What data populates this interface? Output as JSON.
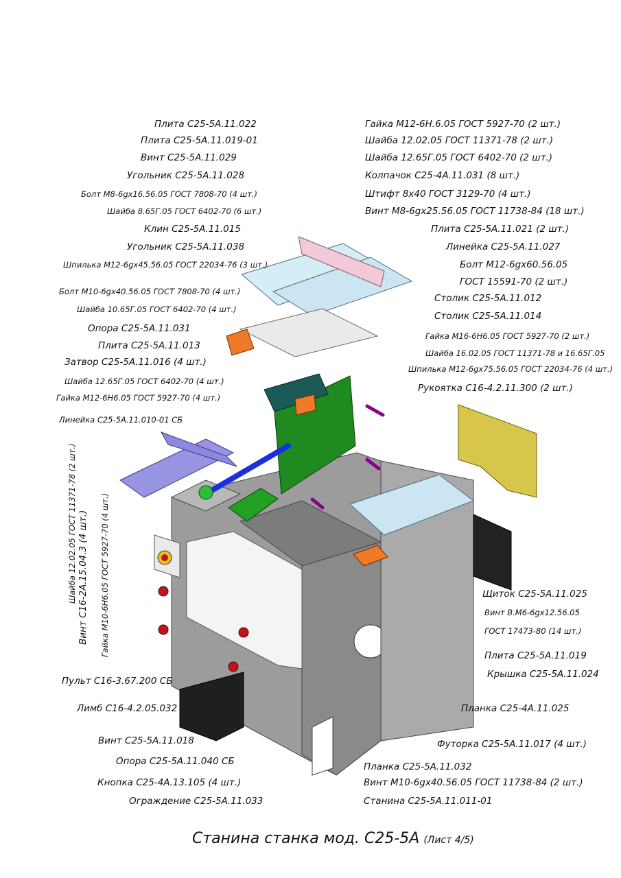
{
  "title": "Станина станка мод. С25-5А",
  "sheet": "(Лист 4/5)",
  "labels_left": [
    "Плита С25-5А.11.022",
    "Плита С25-5А.11.019-01",
    "Винт С25-5А.11.029",
    "Угольник С25-5А.11.028",
    "Болт М8-6gх16.56.05 ГОСТ 7808-70 (4 шт.)",
    "Шайба 8.65Г.05 ГОСТ 6402-70 (6 шт.)",
    "Клин С25-5А.11.015",
    "Угольник С25-5А.11.038",
    "Шпилька М12-6gх45.56.05 ГОСТ 22034-76 (3 шт.)",
    "Болт М10-6gх40.56.05 ГОСТ 7808-70 (4 шт.)",
    "Шайба 10.65Г.05 ГОСТ 6402-70 (4 шт.)",
    "Опора С25-5А.11.031",
    "Плита С25-5А.11.013",
    "Затвор С25-5А.11.016 (4 шт.)",
    "Шайба 12.65Г.05 ГОСТ 6402-70 (4 шт.)",
    "Гайка М12-6Н6.05 ГОСТ 5927-70 (4 шт.)",
    "Линейка С25-5А.11.010-01 СБ"
  ],
  "labels_right": [
    "Гайка М12-6Н.6.05 ГОСТ 5927-70 (2 шт.)",
    "Шайба 12.02.05 ГОСТ 11371-78 (2 шт.)",
    "Шайба 12.65Г.05 ГОСТ 6402-70 (2 шт.)",
    "Колпачок С25-4А.11.031 (8 шт.)",
    "Штифт 8х40 ГОСТ 3129-70 (4 шт.)",
    "Винт М8-6gх25.56.05 ГОСТ 11738-84 (18 шт.)",
    "Плита С25-5А.11.021 (2 шт.)",
    "Линейка С25-5А.11.027",
    "Болт М12-6gх60.56.05",
    "ГОСТ 15591-70 (2 шт.)",
    "Столик С25-5А.11.012",
    "Столик С25-5А.11.014",
    "Гайка М16-6Н6.05 ГОСТ 5927-70 (2 шт.)",
    "Шайба 16.02.05 ГОСТ 11371-78 и 16.65Г.05",
    "Шпилька М12-6gх75.56.05 ГОСТ 22034-76 (4 шт.)",
    "Рукоятка С16-4.2.11.300 (2 шт.)"
  ],
  "labels_vertical": [
    "Шайба 12.02.05 ГОСТ 11371-78 (2 шт.)",
    "Винт С16-2А.15.04.3 (4 шт.)",
    "Гайка М10-6Н6.05 ГОСТ 5927-70 (4 шт.)"
  ],
  "labels_bottom_left": [
    "Пульт С16-3.67.200 СБ",
    "Лимб С16-4.2.05.032",
    "Винт С25-5А.11.018",
    "Опора С25-5А.11.040 СБ",
    "Кнопка С25-4А.13.105 (4 шт.)",
    "Ограждение С25-5А.11.033"
  ],
  "labels_bottom_right": [
    "Щиток С25-5А.11.025",
    "Винт В.М6-6gх12.56.05",
    "ГОСТ 17473-80 (14 шт.)",
    "Плита С25-5А.11.019",
    "Крышка С25-5А.11.024",
    "Планка С25-4А.11.025",
    "Футорка С25-5А.11.017 (4 шт.)",
    "Планка С25-5А.11.032",
    "Винт М10-6gх40.56.05 ГОСТ 11738-84 (2 шт.)",
    "Станина С25-5А.11.011-01"
  ],
  "colors": {
    "frame": "#9a9a9a",
    "frame_dark": "#6f6f6f",
    "green": "#1f8a1f",
    "teal": "#1c5a57",
    "light_blue": "#cfe9f3",
    "pink": "#f2c9d6",
    "orange": "#f07a28",
    "blue": "#1a2fe0",
    "lavender": "#8d87e0",
    "yellow": "#d8c64a",
    "red": "#c0141c",
    "black": "#1f1f1f"
  }
}
